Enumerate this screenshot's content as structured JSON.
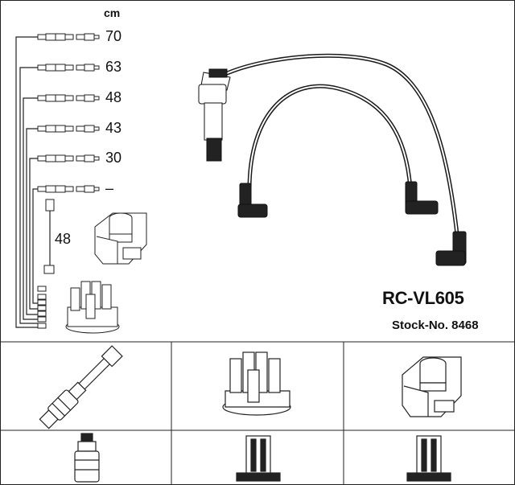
{
  "diagram": {
    "unit_label": "cm",
    "lead_lengths": [
      "70",
      "63",
      "48",
      "43",
      "30",
      "–"
    ],
    "coil_lead_length": "48",
    "product_code": "RC-VL605",
    "stock_number": "Stock-No. 8468"
  },
  "components": [
    {
      "icon": "spark-plug-icon"
    },
    {
      "icon": "distributor-cap-icon"
    },
    {
      "icon": "ignition-coil-icon"
    },
    {
      "icon": "plug-connector-icon"
    },
    {
      "icon": "cap-terminal-icon"
    },
    {
      "icon": "coil-terminal-icon"
    }
  ],
  "colors": {
    "line": "#222222",
    "fill": "#ffffff",
    "dark": "#1a1a1a"
  }
}
